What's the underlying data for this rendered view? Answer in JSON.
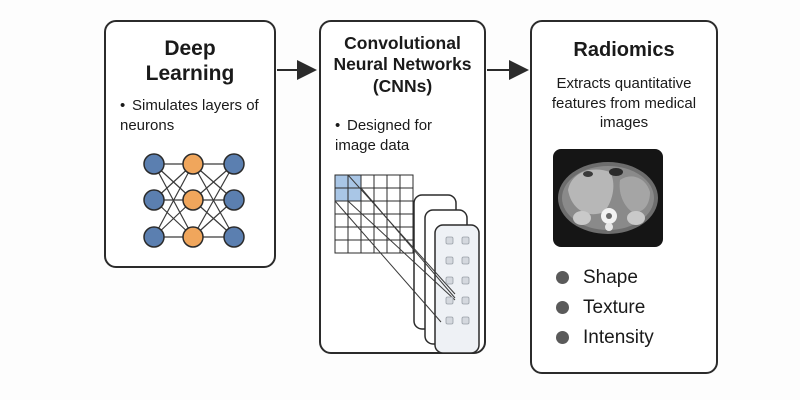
{
  "deep_learning": {
    "title_line1": "Deep",
    "title_line2": "Learning",
    "bullet": "Simulates layers of neurons"
  },
  "cnn": {
    "title_line1": "Convolutional",
    "title_line2": "Neural Networks",
    "title_line3": "(CNNs)",
    "bullet": "Designed for image data"
  },
  "radiomics": {
    "title": "Radiomics",
    "description": "Extracts quantitative features from medical images",
    "features": [
      "Shape",
      "Texture",
      "Intensity"
    ]
  },
  "colors": {
    "input_node": "#5b7fb0",
    "hidden_node": "#f0a65c",
    "output_node": "#5b7fb0",
    "filter_cell": "#a9c6e6",
    "border": "#2b2b2b"
  },
  "icons": [
    "neural-network-icon",
    "convolution-grid-icon",
    "ct-scan-image"
  ]
}
